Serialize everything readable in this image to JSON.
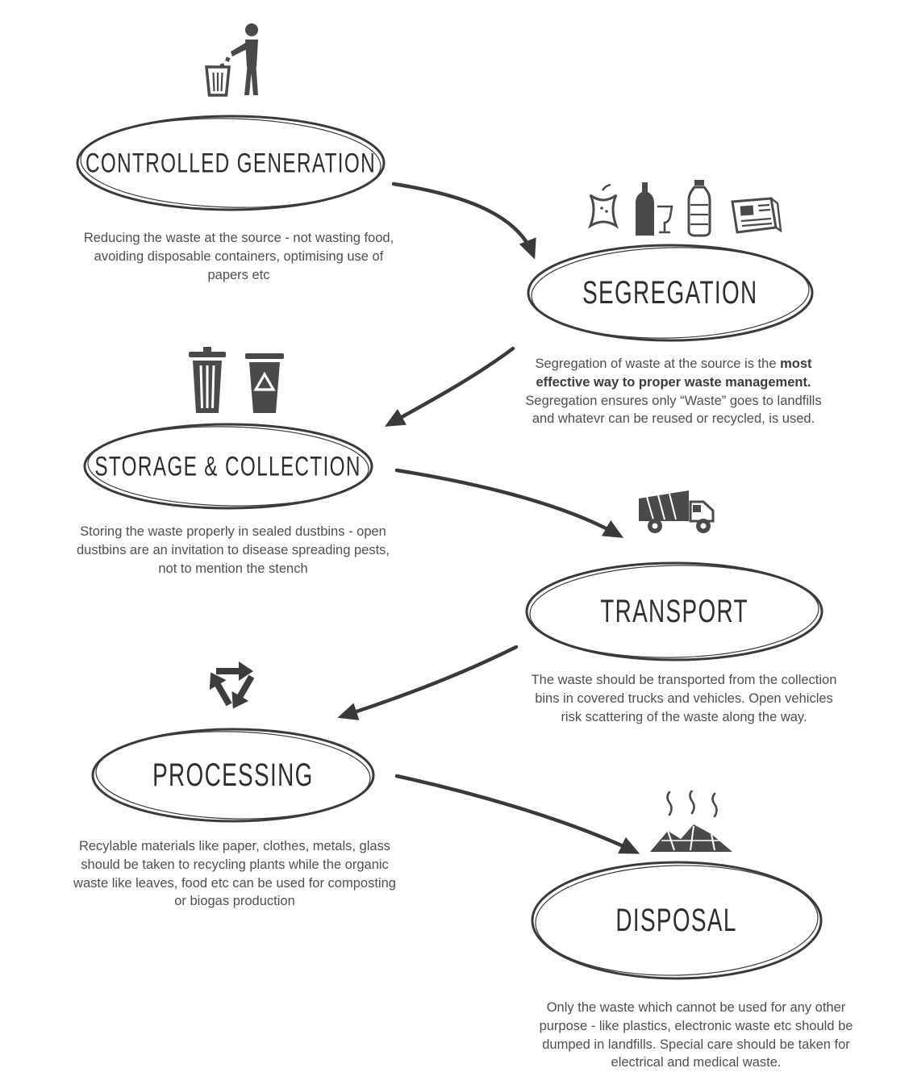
{
  "colors": {
    "ink": "#3a3a3a",
    "text": "#4f4f4f"
  },
  "steps": [
    {
      "title": "CONTROLLED GENERATION",
      "icon": "person-littering-icon",
      "desc": "Reducing the waste at the source - not wasting food, avoiding disposable containers, optimising use of papers etc"
    },
    {
      "title": "SEGREGATION",
      "icon": "waste-categories-icons",
      "desc_pre": "Segregation of waste at the source is the ",
      "desc_bold": "most effective way to proper waste management.",
      "desc_post": " Segregation ensures only “Waste” goes to landfills and whatevr can be reused or recycled, is used."
    },
    {
      "title": "STORAGE & COLLECTION",
      "icon": "dustbins-icon",
      "desc": "Storing the waste properly in sealed dustbins - open dustbins are an invitation to disease spreading pests, not to mention the stench"
    },
    {
      "title": "TRANSPORT",
      "icon": "garbage-truck-icon",
      "desc": "The waste should be transported from the collection bins in covered trucks and vehicles. Open vehicles risk scattering of the waste along the way."
    },
    {
      "title": "PROCESSING",
      "icon": "recycle-symbol-icon",
      "desc": "Recylable materials like paper, clothes, metals, glass should be taken to recycling plants while the organic waste like leaves, food etc can be used for composting or biogas production"
    },
    {
      "title": "DISPOSAL",
      "icon": "landfill-pile-icon",
      "desc": "Only the waste which cannot be used for any other purpose - like plastics, electronic waste etc should be dumped in landfills. Special care should be taken for electrical and medical waste."
    }
  ]
}
